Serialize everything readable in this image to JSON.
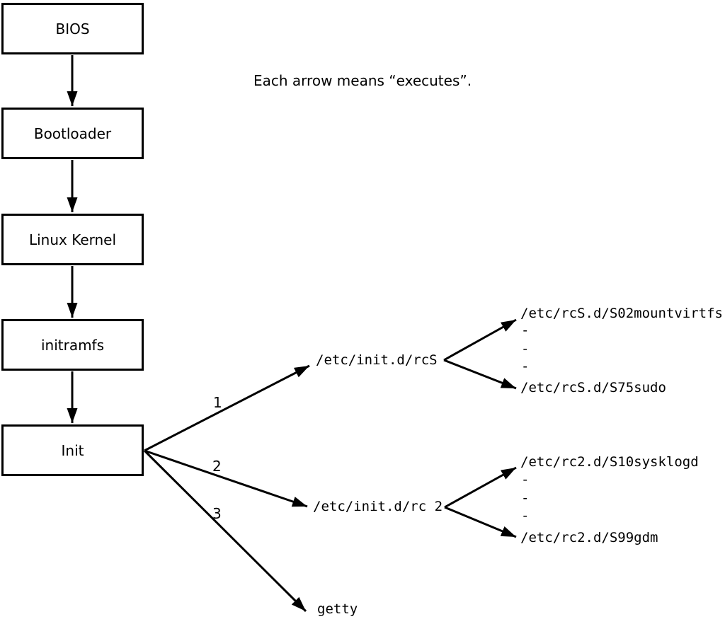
{
  "note": "Each arrow means “executes”.",
  "nodes": {
    "bios": "BIOS",
    "bootloader": "Bootloader",
    "kernel": "Linux Kernel",
    "initramfs": "initramfs",
    "init": "Init"
  },
  "fanout": {
    "label1": "1",
    "label2": "2",
    "label3": "3",
    "rcS": "/etc/init.d/rcS",
    "rc2": "/etc/init.d/rc 2",
    "getty": "getty"
  },
  "rcS_scripts": {
    "first": "/etc/rcS.d/S02mountvirtfs",
    "dash1": "-",
    "dash2": "-",
    "dash3": "-",
    "last": "/etc/rcS.d/S75sudo"
  },
  "rc2_scripts": {
    "first": "/etc/rc2.d/S10sysklogd",
    "dash1": "-",
    "dash2": "-",
    "dash3": "-",
    "last": "/etc/rc2.d/S99gdm"
  },
  "colors": {
    "ink": "#000000",
    "background": "#ffffff"
  }
}
